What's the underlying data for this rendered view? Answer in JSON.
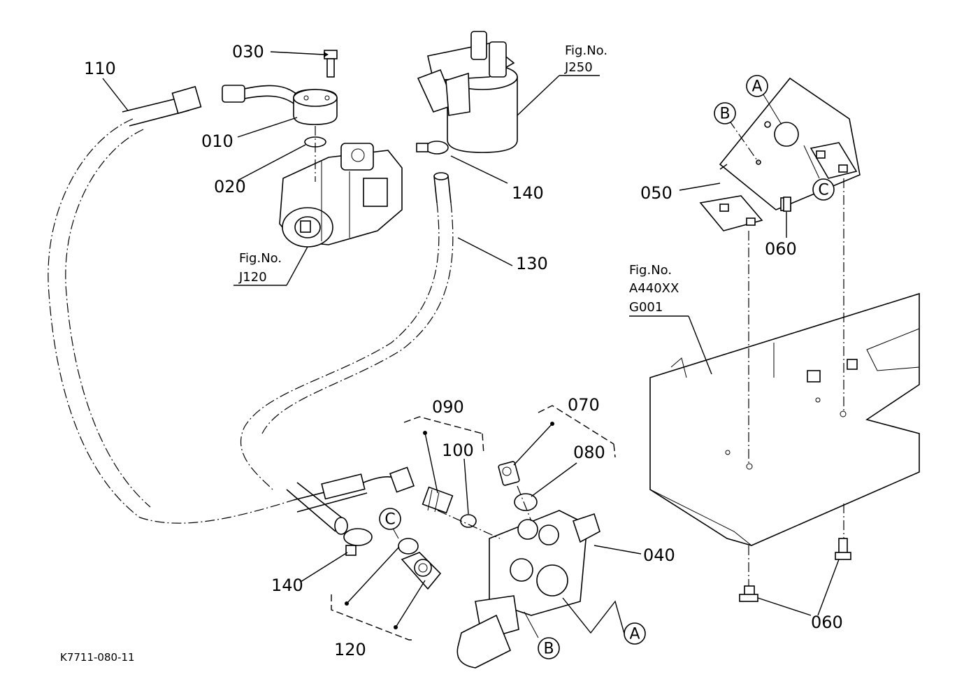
{
  "parts": {
    "p110": "110",
    "p030": "030",
    "p010": "010",
    "p020": "020",
    "p140a": "140",
    "p130": "130",
    "p050": "050",
    "p060a": "060",
    "p090": "090",
    "p100": "100",
    "p070": "070",
    "p080": "080",
    "p040": "040",
    "p140b": "140",
    "p120": "120",
    "p060b": "060"
  },
  "figure_refs": {
    "j250": {
      "line1": "Fig.No.",
      "line2": "J250"
    },
    "j120": {
      "line1": "Fig.No.",
      "line2": "J120"
    },
    "a440": {
      "line1": "Fig.No.",
      "line2": "A440XX",
      "line3": "G001"
    }
  },
  "callouts": {
    "a_top": "A",
    "b_top": "B",
    "c_top": "C",
    "c_bottom": "C",
    "b_bottom": "B",
    "a_bottom": "A"
  },
  "drawing_code": "K7711-080-11"
}
